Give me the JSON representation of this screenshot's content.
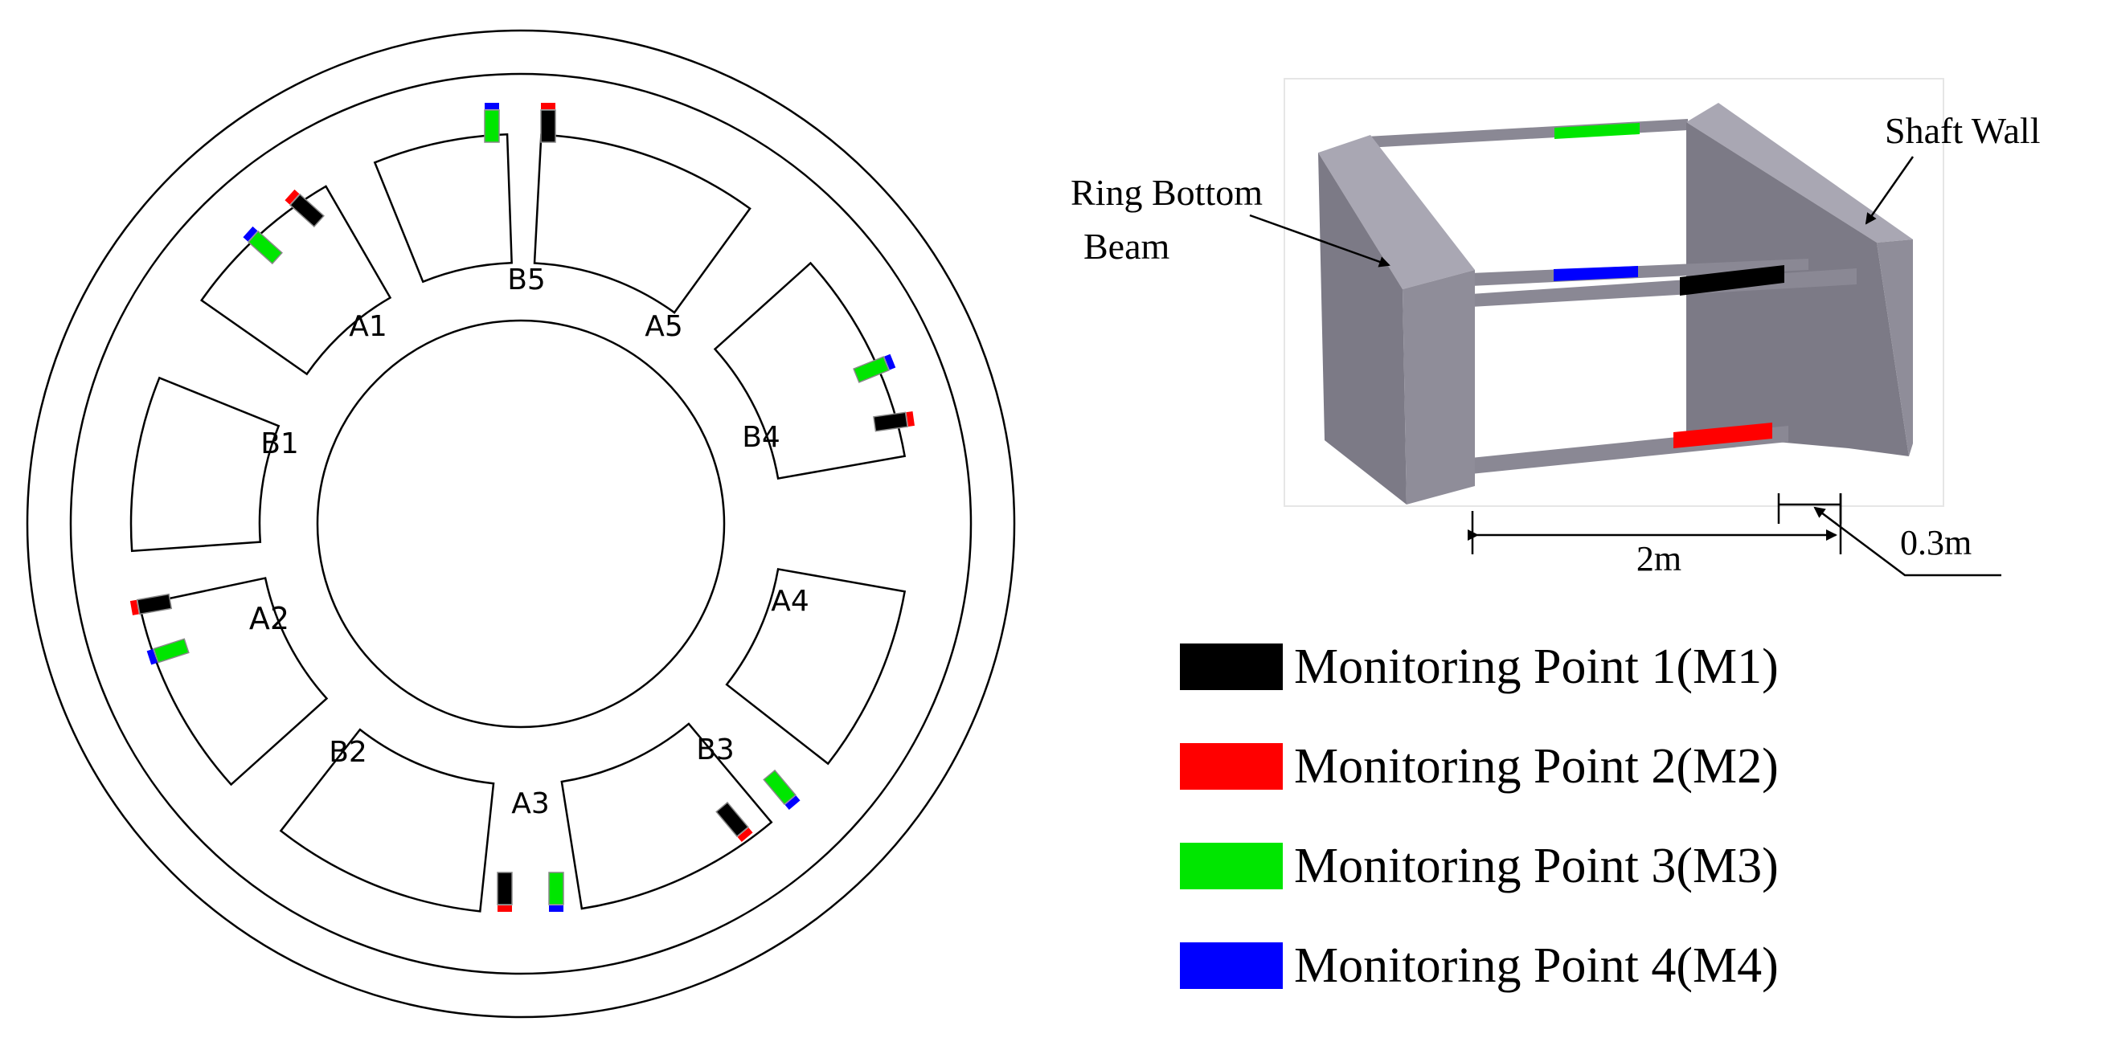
{
  "plan": {
    "labels": {
      "a1": "A1",
      "a2": "A2",
      "a3": "A3",
      "a4": "A4",
      "a5": "A5",
      "b1": "B1",
      "b2": "B2",
      "b3": "B3",
      "b4": "B4",
      "b5": "B5"
    }
  },
  "beam_view": {
    "ring_bottom_beam_line1": "Ring Bottom",
    "ring_bottom_beam_line2": "Beam",
    "shaft_wall": "Shaft Wall",
    "dim_span": "2m",
    "dim_wall": "0.3m"
  },
  "legend": {
    "items": [
      {
        "label": "Monitoring Point 1(M1)",
        "color": "#000000"
      },
      {
        "label": "Monitoring Point 2(M2)",
        "color": "#ff0000"
      },
      {
        "label": "Monitoring Point 3(M3)",
        "color": "#00e600"
      },
      {
        "label": "Monitoring Point 4(M4)",
        "color": "#0000ff"
      }
    ]
  },
  "colors": {
    "m1": "#000000",
    "m2": "#ff0000",
    "m3": "#00e600",
    "m4": "#0000ff",
    "concrete_front": "#8f8d99",
    "concrete_side": "#7c7a86",
    "concrete_top": "#a9a7b3",
    "rod": "#8a8894"
  }
}
